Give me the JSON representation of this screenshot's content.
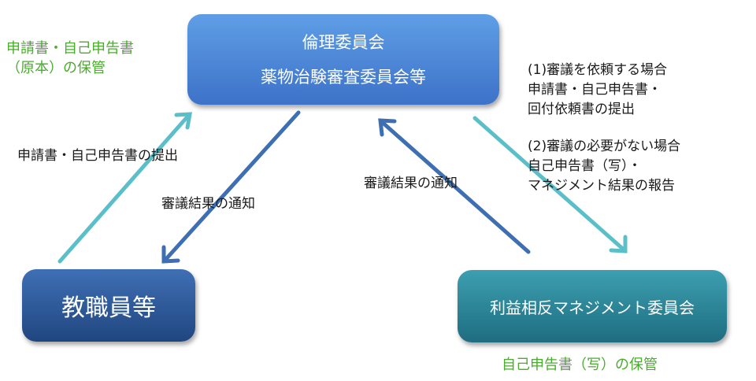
{
  "boxes": {
    "ethics_line1": "倫理委員会",
    "ethics_line2": "薬物治験審査委員会等",
    "staff": "教職員等",
    "coi": "利益相反マネジメント委員会"
  },
  "notes": {
    "ethics_storage_line1": "申請書・自己申告書",
    "ethics_storage_line2": "（原本）の保管",
    "coi_storage": "自己申告書（写）の保管"
  },
  "arrow_labels": {
    "staff_to_ethics": "申請書・自己申告書の提出",
    "ethics_to_staff": "審議結果の通知",
    "coi_to_ethics": "審議結果の通知",
    "ethics_to_coi": [
      "(1)審議を依頼する場合",
      "申請書・自己申告書・",
      "回付依頼書の提出",
      "",
      "(2)審議の必要がない場合",
      "自己申告書（写）・",
      "マネジメント結果の報告"
    ]
  },
  "colors": {
    "teal_arrow": "#5bbfc9",
    "blue_arrow": "#3e6fb3",
    "green_text": "#4aab2f"
  }
}
